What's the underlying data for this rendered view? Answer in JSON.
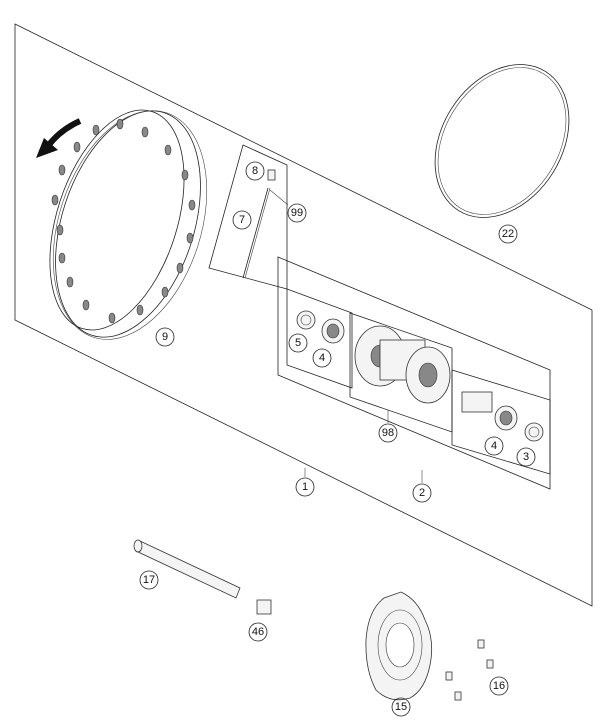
{
  "callouts": {
    "c1": "1",
    "c2": "2",
    "c3": "3",
    "c4a": "4",
    "c4b": "4",
    "c5": "5",
    "c7": "7",
    "c8": "8",
    "c9": "9",
    "c15": "15",
    "c16": "16",
    "c17": "17",
    "c22": "22",
    "c46": "46",
    "c98": "98",
    "c99": "99"
  },
  "icons": {
    "rotation_arrow": "rotation-direction-arrow-icon"
  },
  "colors": {
    "line": "#222222",
    "part_fill": "#f4f4f4",
    "background": "#ffffff"
  }
}
